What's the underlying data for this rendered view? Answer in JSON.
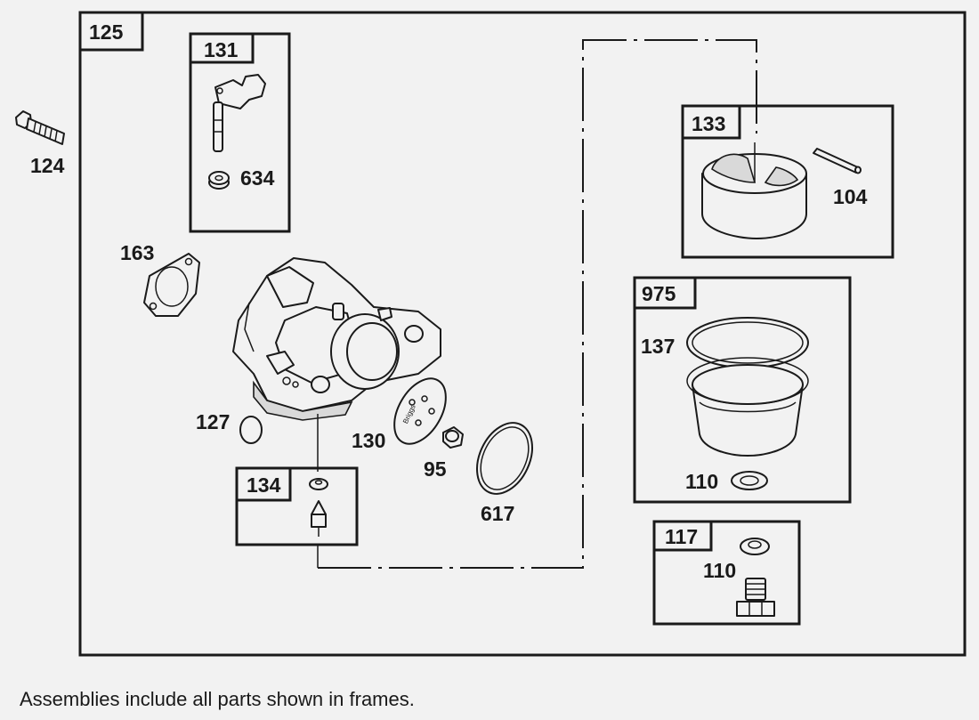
{
  "caption": "Assemblies include all parts shown in frames.",
  "frames": {
    "main": "125",
    "f131": "131",
    "f133": "133",
    "f975": "975",
    "f134": "134",
    "f117": "117"
  },
  "labels": {
    "p124": "124",
    "p634": "634",
    "p163": "163",
    "p104": "104",
    "p137": "137",
    "p127": "127",
    "p130": "130",
    "p95": "95",
    "p617": "617",
    "p110a": "110",
    "p110b": "110"
  },
  "stamp": "Briggs"
}
